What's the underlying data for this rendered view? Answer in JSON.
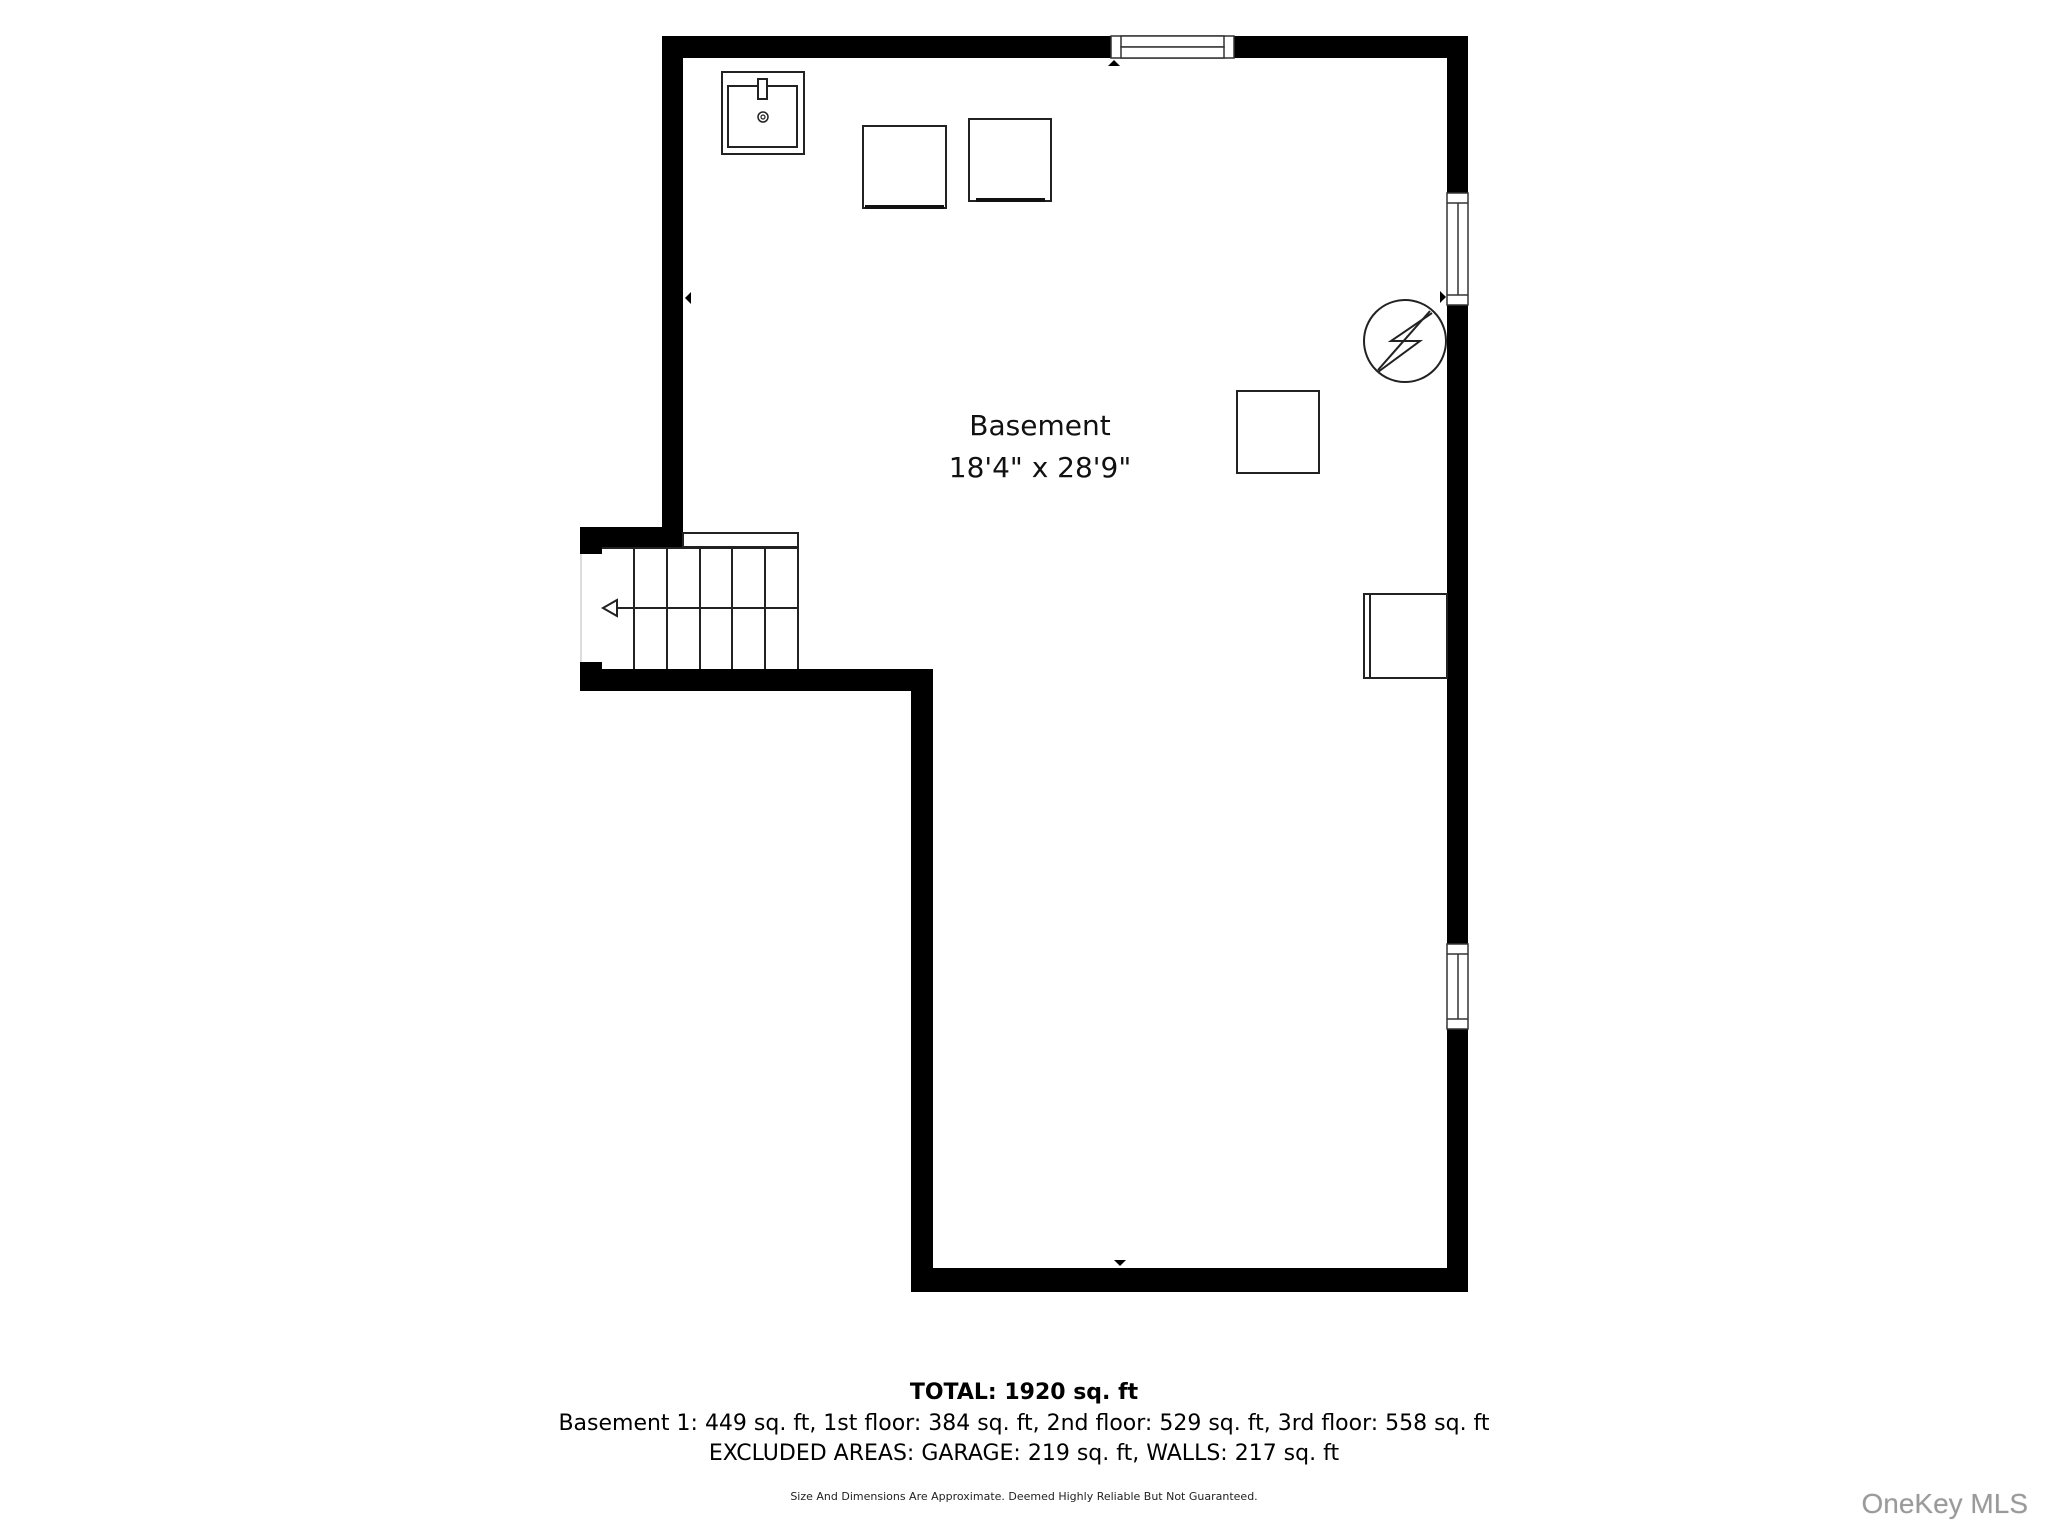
{
  "floorplan": {
    "room": {
      "name": "Basement",
      "dimensions": "18'4\" x 28'9\""
    },
    "fixtures": [
      "sink-icon",
      "washer-icon",
      "dryer-icon",
      "electrical-panel-icon",
      "storage-box",
      "cabinet",
      "stairs-icon"
    ],
    "colors": {
      "wall": "#000000",
      "background": "#ffffff",
      "watermark": "#9a9a9a"
    }
  },
  "summary": {
    "total": "TOTAL: 1920 sq. ft",
    "breakdown": "Basement 1: 449 sq. ft, 1st floor: 384 sq. ft, 2nd floor: 529 sq. ft, 3rd floor: 558 sq. ft",
    "excluded": "EXCLUDED AREAS: GARAGE: 219 sq. ft, WALLS: 217 sq. ft",
    "disclaimer": "Size And Dimensions Are Approximate. Deemed Highly Reliable But Not Guaranteed."
  },
  "watermark": "OneKey MLS"
}
